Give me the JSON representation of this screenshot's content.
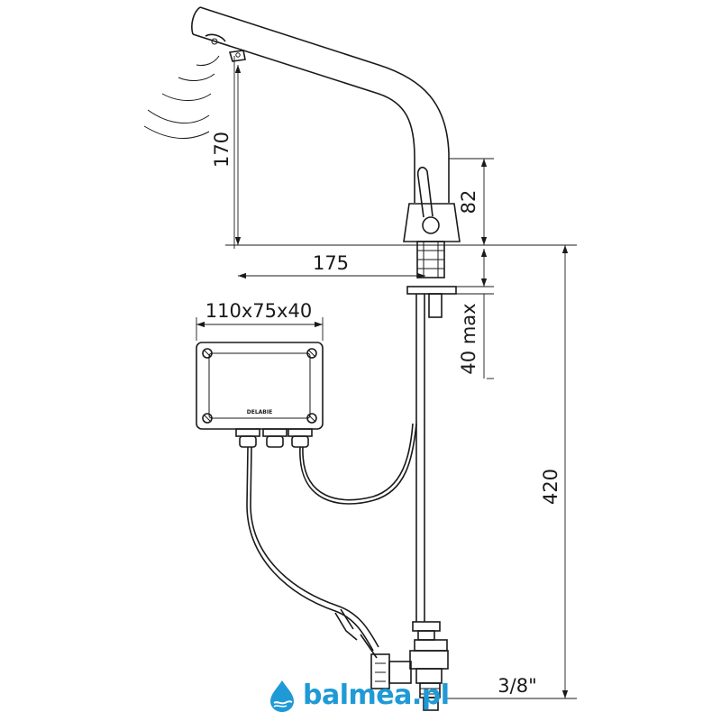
{
  "dimensions": {
    "spout_height": "170",
    "body_height": "82",
    "spout_reach": "175",
    "box_size": "110x75x40",
    "deck_thickness": "40 max",
    "total_length": "420",
    "connection": "3/8\""
  },
  "control_box": {
    "brand": "DELABIE"
  },
  "logo": {
    "name": "balmea-drop-icon",
    "text": "balmea.pl",
    "color": "#1f9ad6"
  }
}
